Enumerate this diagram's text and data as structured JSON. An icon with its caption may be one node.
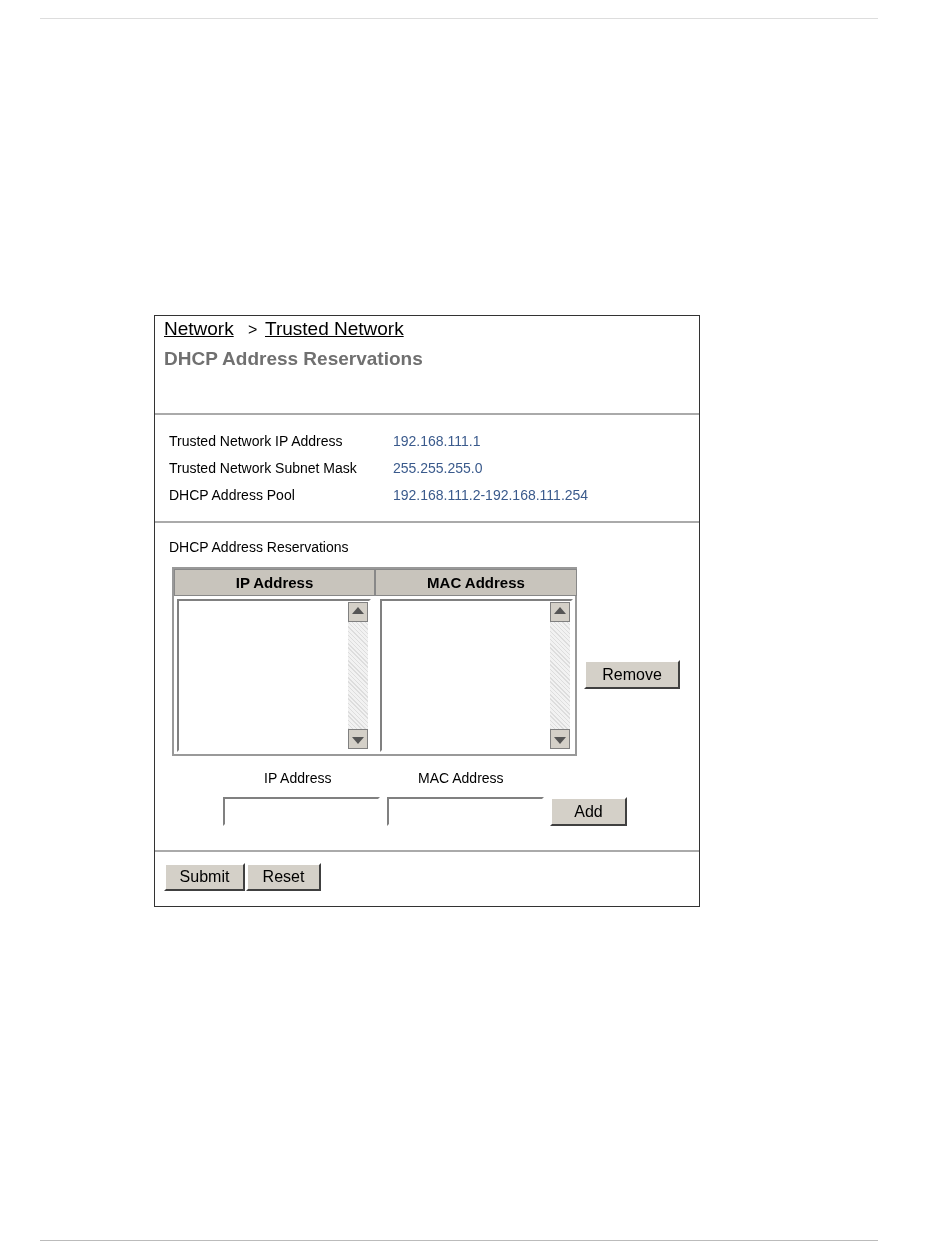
{
  "diagram": {
    "title": "DHCP Address Reservations",
    "labels": [
      "Network",
      ">",
      "Trusted Network",
      "Trusted Network IP Address",
      "192.168.111.1",
      "Trusted Network Subnet Mask",
      "255.255.255.0",
      "DHCP Address Pool",
      "192.168.111.2-192.168.111.254",
      "DHCP Address Reservations",
      "IP Address",
      "MAC Address",
      "Remove",
      "IP Address",
      "MAC Address",
      "Add",
      "Submit",
      "Reset"
    ]
  }
}
